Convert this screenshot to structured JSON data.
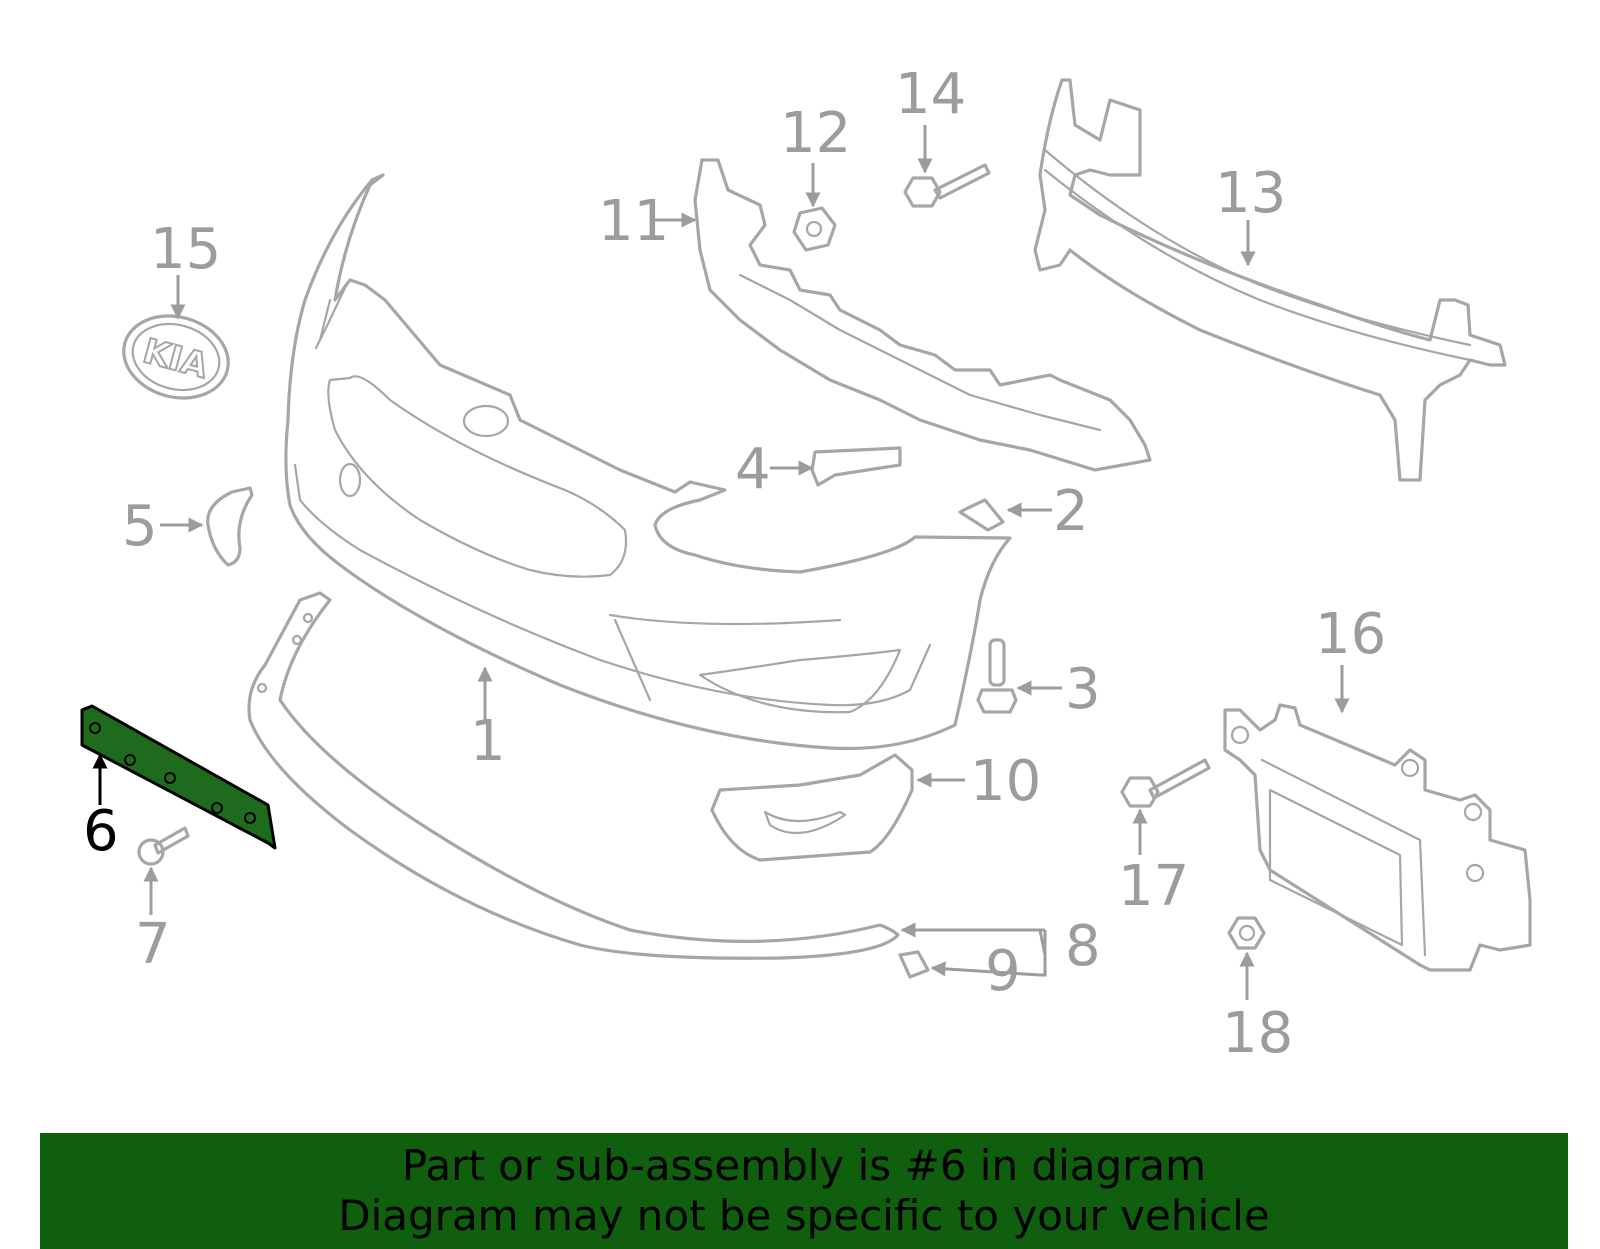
{
  "callouts": [
    {
      "id": "1",
      "label": "1"
    },
    {
      "id": "2",
      "label": "2"
    },
    {
      "id": "3",
      "label": "3"
    },
    {
      "id": "4",
      "label": "4"
    },
    {
      "id": "5",
      "label": "5"
    },
    {
      "id": "6",
      "label": "6"
    },
    {
      "id": "7",
      "label": "7"
    },
    {
      "id": "8",
      "label": "8"
    },
    {
      "id": "9",
      "label": "9"
    },
    {
      "id": "10",
      "label": "10"
    },
    {
      "id": "11",
      "label": "11"
    },
    {
      "id": "12",
      "label": "12"
    },
    {
      "id": "13",
      "label": "13"
    },
    {
      "id": "14",
      "label": "14"
    },
    {
      "id": "15",
      "label": "15"
    },
    {
      "id": "16",
      "label": "16"
    },
    {
      "id": "17",
      "label": "17"
    },
    {
      "id": "18",
      "label": "18"
    }
  ],
  "emblem_text": "KIA",
  "highlight_part": "6",
  "colors": {
    "banner_bg": "#0f5f0f",
    "highlight_fill": "#1e6b1e",
    "part_stroke": "#a6a6a6",
    "callout_text": "#9c9c9c",
    "highlight_text": "#000000"
  },
  "banner": {
    "line1": "Part or sub-assembly is #6 in diagram",
    "line2": "Diagram may not be specific to your vehicle"
  }
}
